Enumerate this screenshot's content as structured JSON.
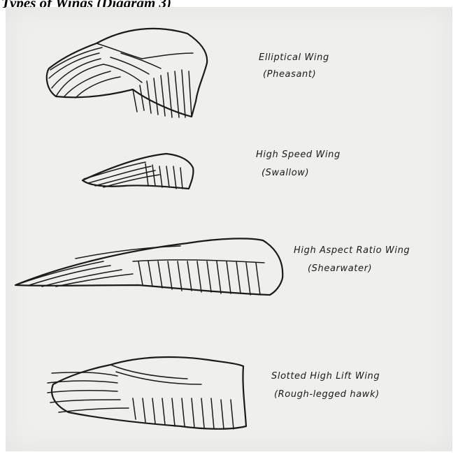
{
  "heading": "Types of Wings (Diagram 3)",
  "wings": [
    {
      "name": "Elliptical Wing",
      "bird": "(Pheasant)"
    },
    {
      "name": "High Speed Wing",
      "bird": "(Swallow)"
    },
    {
      "name": "High Aspect Ratio Wing",
      "bird": "(Shearwater)"
    },
    {
      "name": "Slotted High Lift Wing",
      "bird": "(Rough-legged hawk)"
    }
  ],
  "colors": {
    "paper": "#efefed",
    "ink": "#1c1a18"
  }
}
